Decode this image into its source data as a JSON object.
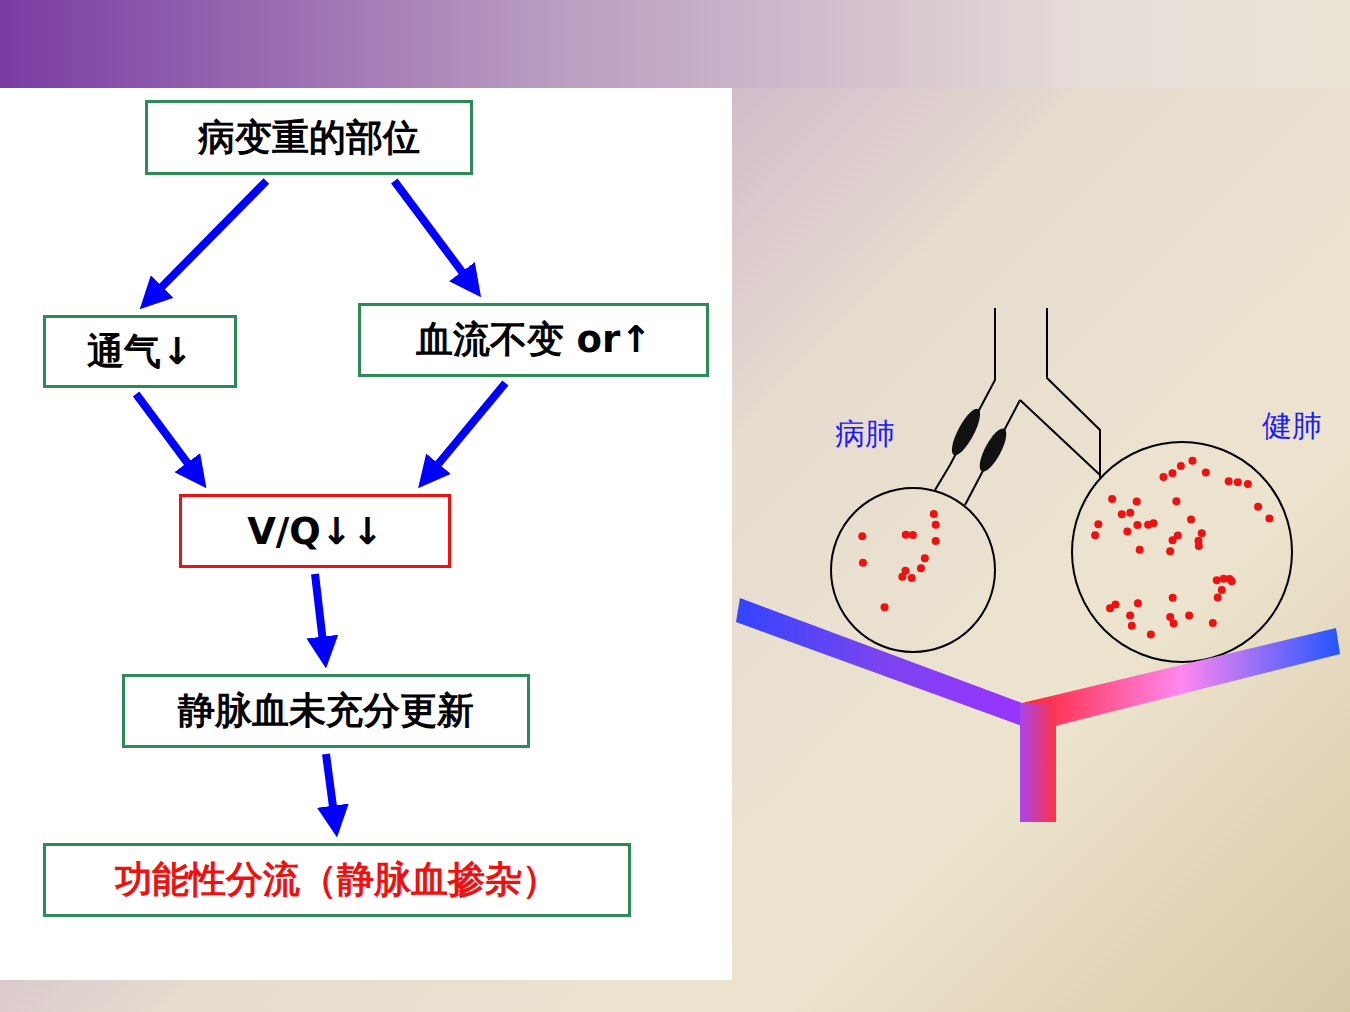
{
  "diagram": {
    "nodes": [
      {
        "text": [
          "病变重的部位"
        ]
      },
      {
        "text": [
          "通气↓"
        ]
      },
      {
        "text": [
          "血流不变 or↑"
        ]
      },
      {
        "text": [
          "V/Q↓↓"
        ]
      },
      {
        "text": [
          "静脉血未充分更新"
        ]
      },
      {
        "text": [
          "功能性分流（静脉血掺杂）"
        ]
      }
    ],
    "edges": [
      {
        "from": 0,
        "to": 1,
        "arrow": "to"
      },
      {
        "from": 0,
        "to": 2,
        "arrow": "to"
      },
      {
        "from": 1,
        "to": 3,
        "arrow": "to"
      },
      {
        "from": 2,
        "to": 3,
        "arrow": "to"
      },
      {
        "from": 3,
        "to": 4,
        "arrow": "to"
      },
      {
        "from": 4,
        "to": 5,
        "arrow": "to"
      }
    ],
    "labels": [
      "病肺",
      "健肺"
    ]
  }
}
